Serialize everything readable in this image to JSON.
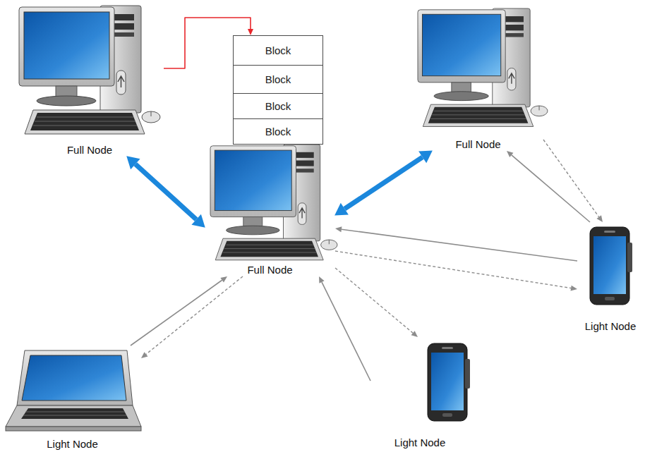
{
  "diagram": {
    "nodes": [
      {
        "text": [
          "Full Node"
        ]
      },
      {
        "text": [
          "Block"
        ]
      },
      {
        "text": [
          "Block"
        ]
      },
      {
        "text": [
          "Block"
        ]
      },
      {
        "text": [
          "Block"
        ]
      },
      {
        "text": [
          "Full Node"
        ]
      },
      {
        "text": [
          "Full Node"
        ]
      },
      {
        "text": [
          "Light Node"
        ]
      },
      {
        "text": [
          "Light Node"
        ]
      },
      {
        "text": [
          "Light Node"
        ]
      }
    ],
    "edges": [
      {
        "from": 0,
        "to": 1,
        "arrow": "to"
      },
      {
        "from": 0,
        "to": 6,
        "arrow": "both"
      },
      {
        "from": 5,
        "to": 6,
        "arrow": "both"
      },
      {
        "from": 7,
        "to": 5,
        "arrow": "to"
      },
      {
        "from": 5,
        "to": 7,
        "arrow": "to"
      },
      {
        "from": 7,
        "to": 6,
        "arrow": "to"
      },
      {
        "from": 6,
        "to": 7,
        "arrow": "to"
      },
      {
        "from": 8,
        "to": 6,
        "arrow": "to"
      },
      {
        "from": 6,
        "to": 8,
        "arrow": "to"
      },
      {
        "from": 9,
        "to": 6,
        "arrow": "to"
      },
      {
        "from": 6,
        "to": 9,
        "arrow": "to"
      }
    ]
  }
}
